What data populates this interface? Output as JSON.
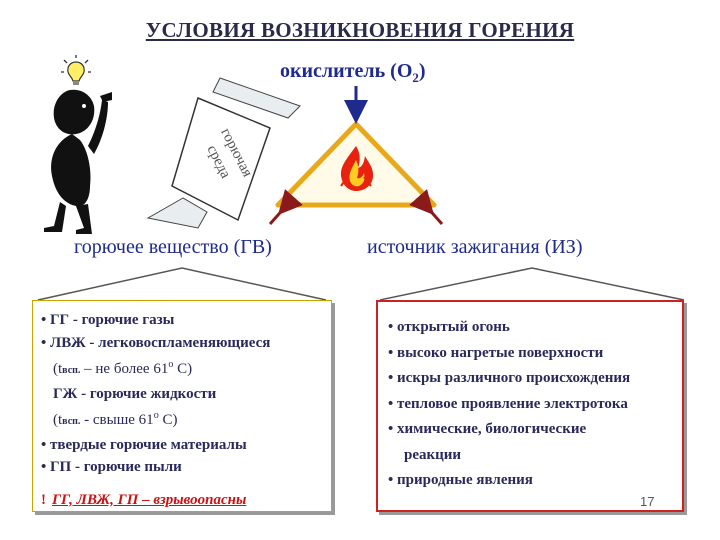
{
  "title": "УСЛОВИЯ ВОЗНИКНОВЕНИЯ ГОРЕНИЯ",
  "oxidizer": {
    "text": "окислитель (О",
    "sub": "2",
    "close": ")"
  },
  "fuel_label": "горючее вещество (ГВ)",
  "ignition_label": "источник зажигания (ИЗ)",
  "medium": {
    "line1": "горючая",
    "line2": "среда"
  },
  "left_box": {
    "item1": "ГГ - горючие газы",
    "item2": "ЛВЖ - легковоспламеняющиеся",
    "item3_pre": "(t",
    "item3_sub": "всп.",
    "item3_post": "– не более 61",
    "item3_sup": "о",
    "item3_end": "С)",
    "item4": "ГЖ - горючие жидкости",
    "item5_pre": "(t",
    "item5_sub": "всп.",
    "item5_post": "- свыше 61",
    "item5_sup": "о",
    "item5_end": "С)",
    "item6": "твердые горючие материалы",
    "item7": "ГП - горючие пыли",
    "warning_mark": "!",
    "warning": "ГГ, ЛВЖ, ГП – взрывоопасны"
  },
  "right_box": {
    "item1": "открытый огонь",
    "item2": "высоко нагретые поверхности",
    "item3": "искры различного происхождения",
    "item4": "тепловое проявление электротока",
    "item5": "химические, биологические",
    "item5b": "реакции",
    "item6": "природные явления"
  },
  "page_number": "17",
  "colors": {
    "title": "#2a2a4a",
    "label": "#1e2a8c",
    "triangle": "#e8a81a",
    "arrow": "#8b1a1a",
    "accent_red": "#cc1111",
    "left_border": "#c9a300"
  },
  "icons": [
    "lightbulb-icon",
    "thinking-person-icon",
    "fire-icon",
    "double-arrow-icon"
  ]
}
